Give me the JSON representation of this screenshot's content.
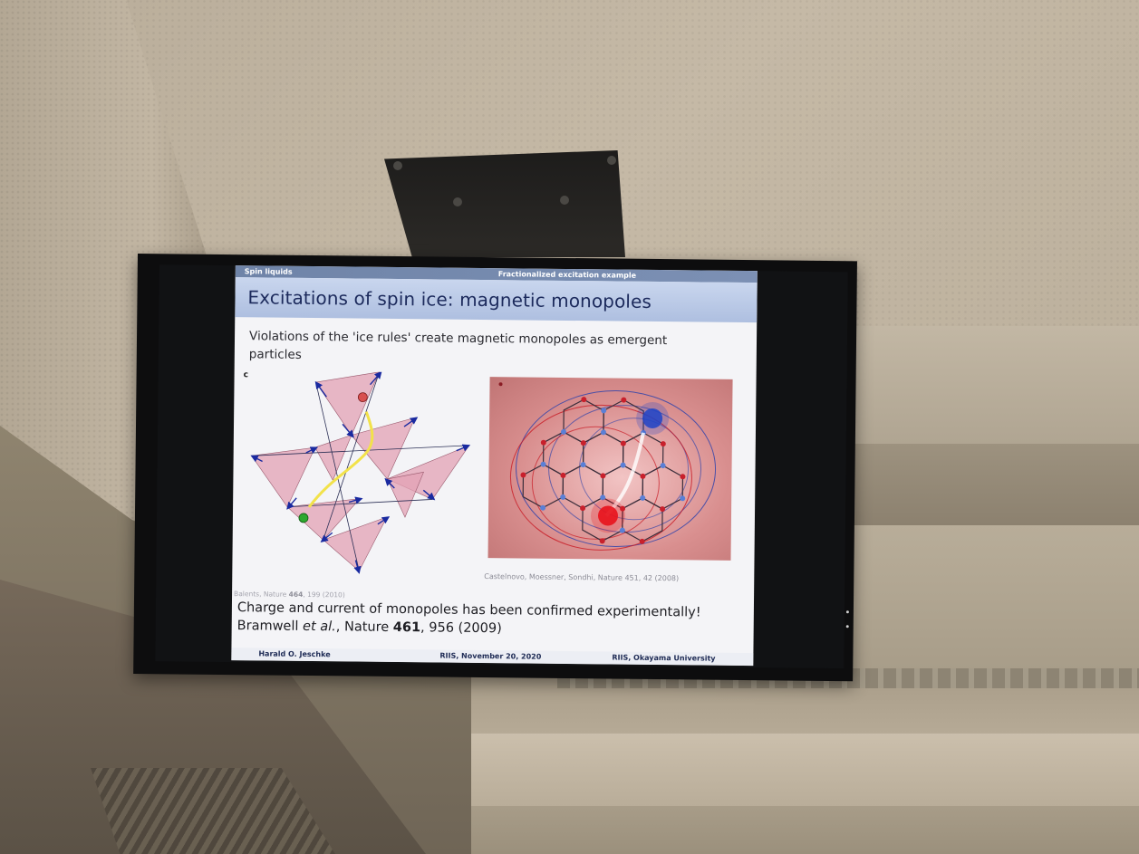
{
  "slide": {
    "header_left": "Spin liquids",
    "header_right": "Fractionalized excitation example",
    "title": "Excitations of spin ice: magnetic monopoles",
    "intro": "Violations of the 'ice rules' create magnetic monopoles as emergent particles",
    "panel_left_label": "c",
    "cite_right": "Castelnovo, Moessner, Sondhi, Nature 451, 42 (2008)",
    "cite_left_prefix": "Balents, Nature ",
    "cite_left_volume": "464",
    "cite_left_suffix": ", 199 (2010)",
    "confirmed_line": "Charge and current of monopoles has been confirmed experimentally!",
    "ref_author": "Bramwell ",
    "ref_etal": "et al.",
    "ref_journal": ", Nature ",
    "ref_volume": "461",
    "ref_rest": ", 956 (2009)",
    "footer_left": "Harald O. Jeschke",
    "footer_center": "RIIS, November 20, 2020",
    "footer_right": "RIIS, Okayama University"
  },
  "colors": {
    "header_bar": "#6f84a8",
    "title_bar": "#aebfe0",
    "title_text": "#1c2a5c",
    "monopole_red": "#e8121c",
    "monopole_blue": "#1f44c8",
    "tetrahedron_fill": "#e3a2b4",
    "spin_arrow": "#1a2aa0"
  }
}
